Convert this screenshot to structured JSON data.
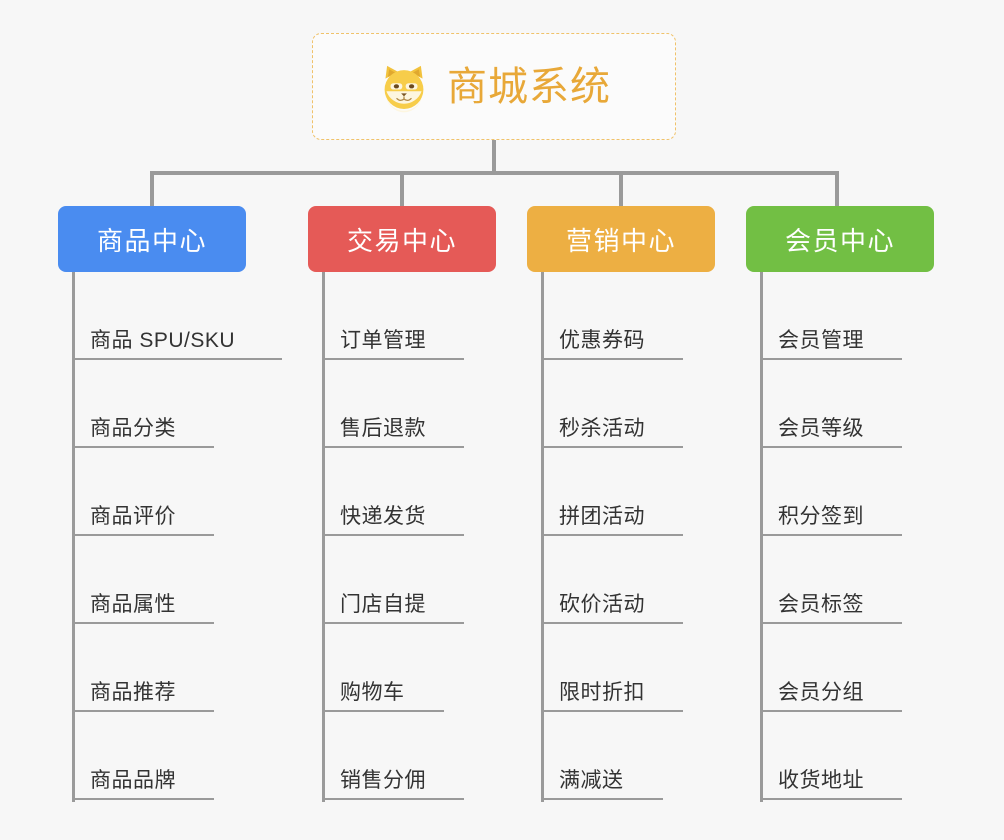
{
  "diagram": {
    "type": "tree-mindmap",
    "background_color": "#f7f7f7",
    "connector_color": "#9a9a9a"
  },
  "root": {
    "title": "商城系统",
    "icon": "shiba-dog-face-icon",
    "text_color": "#e8a838",
    "border_color": "#f0c26a"
  },
  "categories": [
    {
      "label": "商品中心",
      "color": "#4a8cf0",
      "items": [
        "商品 SPU/SKU",
        "商品分类",
        "商品评价",
        "商品属性",
        "商品推荐",
        "商品品牌"
      ]
    },
    {
      "label": "交易中心",
      "color": "#e55a57",
      "items": [
        "订单管理",
        "售后退款",
        "快递发货",
        "门店自提",
        "购物车",
        "销售分佣"
      ]
    },
    {
      "label": "营销中心",
      "color": "#edaf43",
      "items": [
        "优惠券码",
        "秒杀活动",
        "拼团活动",
        "砍价活动",
        "限时折扣",
        "满减送"
      ]
    },
    {
      "label": "会员中心",
      "color": "#72bf44",
      "items": [
        "会员管理",
        "会员等级",
        "积分签到",
        "会员标签",
        "会员分组",
        "收货地址"
      ]
    }
  ]
}
